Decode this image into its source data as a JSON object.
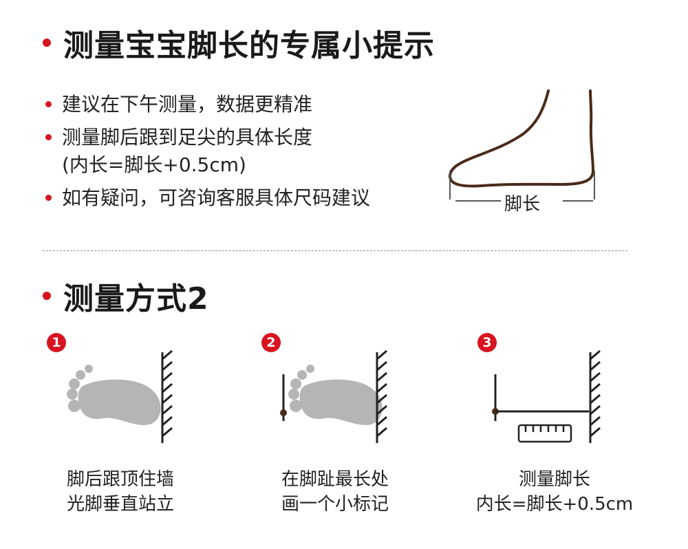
{
  "section1": {
    "title": "测量宝宝脚长的专属小提示"
  },
  "tips": [
    "建议在下午测量，数据更精准",
    "测量脚后跟到足尖的具体长度",
    "(内长=脚长+0.5cm)",
    "如有疑问，可咨询客服具体尺码建议"
  ],
  "foot_label": "脚长",
  "section2": {
    "title": "测量方式2"
  },
  "steps": [
    {
      "num": "1",
      "line1": "脚后跟顶住墙",
      "line2": "光脚垂直站立"
    },
    {
      "num": "2",
      "line1": "在脚趾最长处",
      "line2": "画一个小标记"
    },
    {
      "num": "3",
      "line1": "测量脚长",
      "line2": "内长=脚长+0.5cm"
    }
  ],
  "colors": {
    "accent": "#d7141f",
    "foot_outline": "#4a2a1a",
    "footprint": "#b5b5b5",
    "text": "#222222"
  }
}
